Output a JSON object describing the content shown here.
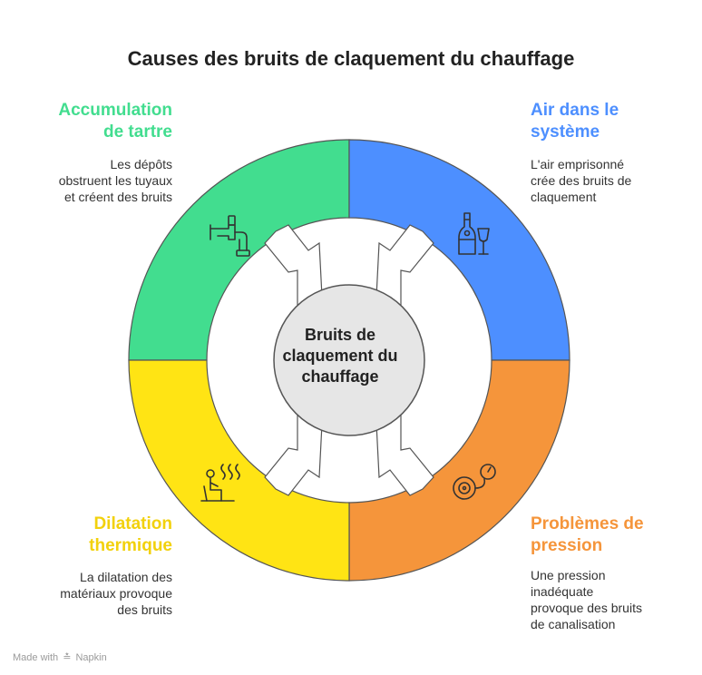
{
  "title": "Causes des bruits de claquement du chauffage",
  "center": {
    "line1": "Bruits de",
    "line2": "claquement du",
    "line3": "chauffage"
  },
  "segments": [
    {
      "id": "scale",
      "heading_lines": [
        "Accumulation",
        "de tartre"
      ],
      "desc_lines": [
        "Les dépôts",
        "obstruent les tuyaux",
        "et créent des bruits"
      ],
      "color": "#42DD8F",
      "icon": "pipe-icon"
    },
    {
      "id": "air",
      "heading_lines": [
        "Air dans le",
        "système"
      ],
      "desc_lines": [
        "L'air emprisonné",
        "crée des bruits de",
        "claquement"
      ],
      "color": "#4D8FFF",
      "icon": "bottle-glass-icon"
    },
    {
      "id": "pressure",
      "heading_lines": [
        "Problèmes de",
        "pression"
      ],
      "desc_lines": [
        "Une pression",
        "inadéquate",
        "provoque des bruits",
        "de canalisation"
      ],
      "color": "#F5953B",
      "icon": "pressure-gauge-icon"
    },
    {
      "id": "dilatation",
      "heading_lines": [
        "Dilatation",
        "thermique"
      ],
      "desc_lines": [
        "La dilatation des",
        "matériaux provoque",
        "des bruits"
      ],
      "color": "#FFE414",
      "icon": "person-heat-icon"
    }
  ],
  "watermark": {
    "prefix": "Made with",
    "brand": "Napkin"
  }
}
